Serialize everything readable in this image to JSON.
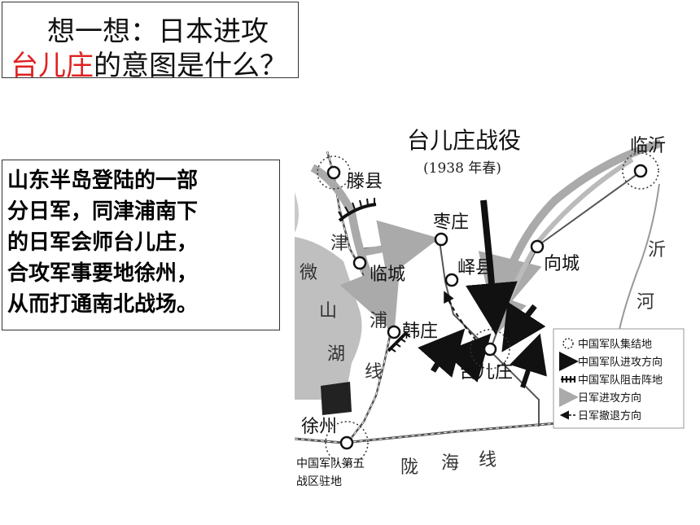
{
  "question": {
    "line1": "想一想：日本进攻",
    "line2_highlight": "台儿庄",
    "line2_rest": "的意图是什么？",
    "highlight_color": "#e02020"
  },
  "answer": {
    "lines": [
      "山东半岛登陆的一部",
      "分日军，同津浦南下",
      "的日军会师台儿庄，",
      "合攻军事要地徐州，",
      "从而打通南北战场。"
    ]
  },
  "map": {
    "title": "台儿庄战役",
    "subtitle": "(1938 年春)",
    "places": {
      "tengxian": "滕县",
      "lincheng": "临城",
      "hanzhuang": "韩庄",
      "zaozhuang": "枣庄",
      "yixian": "峄县",
      "taierzhuang": "台儿庄",
      "xiangcheng": "向城",
      "linyi": "临沂",
      "xuzhou": "徐州"
    },
    "xuzhou_note": [
      "中国军队第五",
      "战区驻地"
    ],
    "railways": {
      "jinpu": [
        "津",
        "浦",
        "线"
      ],
      "longhai": [
        "陇",
        "海",
        "线"
      ]
    },
    "lake": [
      "微",
      "山",
      "湖"
    ],
    "river": [
      "沂",
      "河"
    ],
    "legend": [
      {
        "icon": "assembly-circle-icon",
        "label": "中国军队集结地"
      },
      {
        "icon": "black-arrow-icon",
        "label": "中国军队进攻方向"
      },
      {
        "icon": "blocking-line-icon",
        "label": "中国军队阻击阵地"
      },
      {
        "icon": "gray-arrow-icon",
        "label": "日军进攻方向"
      },
      {
        "icon": "dashed-arrow-icon",
        "label": "日军撤退方向"
      }
    ]
  }
}
